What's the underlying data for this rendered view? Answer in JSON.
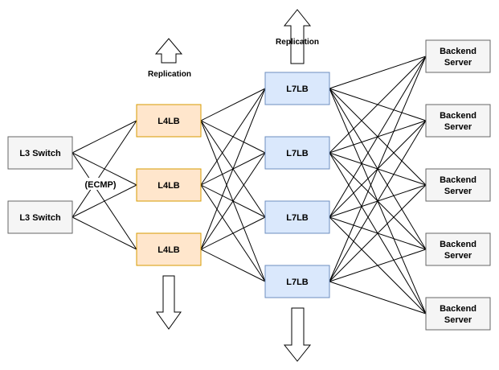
{
  "colors": {
    "switch_fill": "#f5f5f5",
    "switch_stroke": "#666666",
    "l4_fill": "#ffe6cc",
    "l4_stroke": "#d79b00",
    "l7_fill": "#dae8fc",
    "l7_stroke": "#6c8ebf",
    "backend_fill": "#f5f5f5",
    "backend_stroke": "#666666",
    "line": "#000000"
  },
  "nodes": {
    "switches": [
      {
        "label": "L3 Switch"
      },
      {
        "label": "L3 Switch"
      }
    ],
    "l4lb": [
      {
        "label": "L4LB"
      },
      {
        "label": "L4LB"
      },
      {
        "label": "L4LB"
      }
    ],
    "l7lb": [
      {
        "label": "L7LB"
      },
      {
        "label": "L7LB"
      },
      {
        "label": "L7LB"
      },
      {
        "label": "L7LB"
      }
    ],
    "backends": [
      {
        "line1": "Backend",
        "line2": "Server"
      },
      {
        "line1": "Backend",
        "line2": "Server"
      },
      {
        "line1": "Backend",
        "line2": "Server"
      },
      {
        "line1": "Backend",
        "line2": "Server"
      },
      {
        "line1": "Backend",
        "line2": "Server"
      }
    ]
  },
  "labels": {
    "ecmp": "(ECMP)",
    "replication_l4": "Replication",
    "replication_l7": "Replication"
  }
}
